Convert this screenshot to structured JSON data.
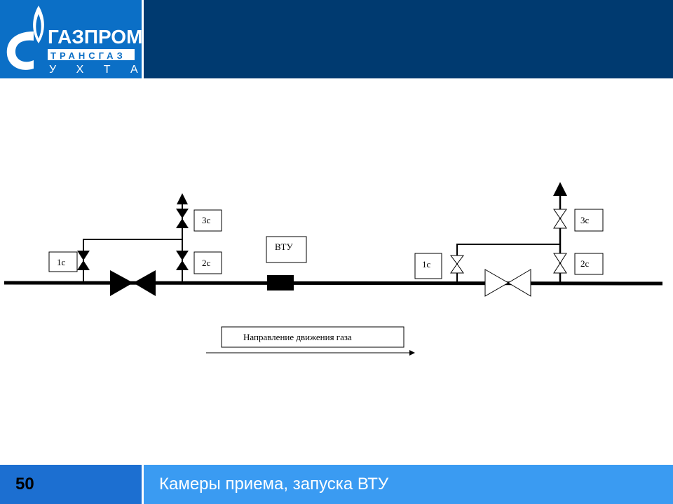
{
  "logo": {
    "line1": "ГАЗПРОМ",
    "line2": "ТРАНСГАЗ",
    "line3": "У Х Т А"
  },
  "slide_number": "50",
  "slide_title": "Камеры приема, запуска ВТУ",
  "diagram": {
    "left": {
      "v1": "1с",
      "v2": "2с",
      "v3": "3с"
    },
    "btu": "ВТУ",
    "right": {
      "v1": "1с",
      "v2": "2с",
      "v3": "3с"
    },
    "direction": "Направление движения газа"
  },
  "colors": {
    "logo_bg": "#0b6fc6",
    "header": "#003a70",
    "footer": "#3a9bf2"
  }
}
